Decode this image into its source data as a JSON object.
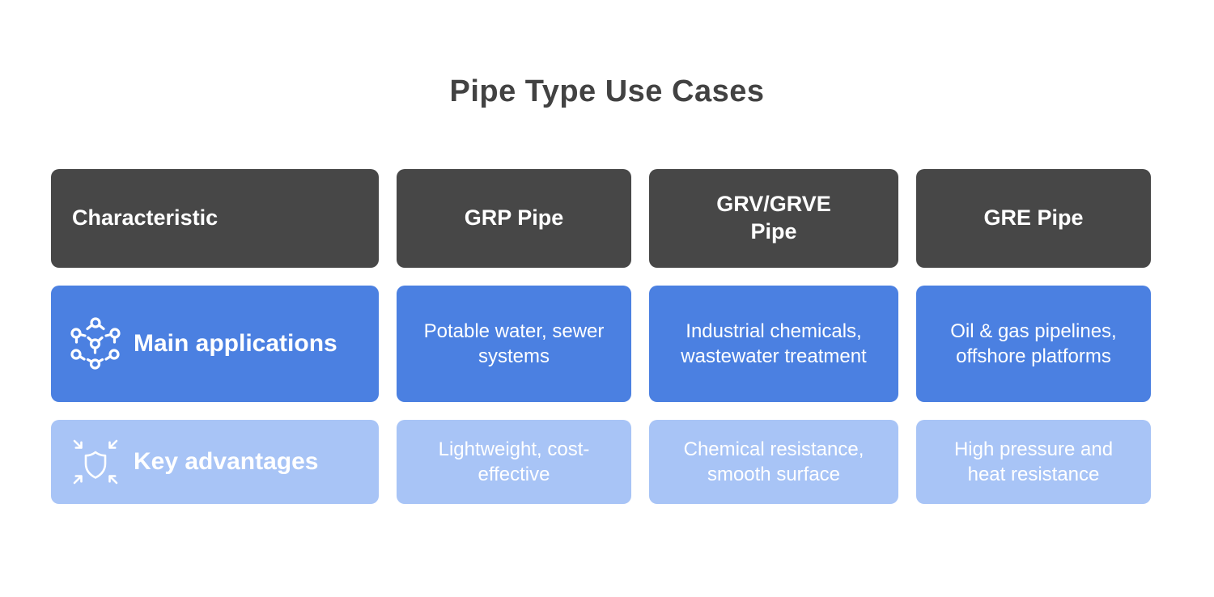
{
  "title": "Pipe Type Use Cases",
  "colors": {
    "header_bg": "#474747",
    "main_row_bg": "#4B80E1",
    "key_row_bg": "#A8C4F6",
    "title_text": "#424242",
    "cell_text": "#FFFFFF",
    "background": "#FFFFFF"
  },
  "table": {
    "header": {
      "characteristic": "Characteristic",
      "grp": "GRP Pipe",
      "grv": "GRV/GRVE Pipe",
      "gre": "GRE Pipe"
    },
    "rows": [
      {
        "label": "Main applications",
        "icon": "network-nodes-icon",
        "cells": [
          "Potable water, sewer systems",
          "Industrial chemicals, wastewater treatment",
          "Oil & gas pipelines, offshore platforms"
        ]
      },
      {
        "label": "Key advantages",
        "icon": "shield-converging-arrows-icon",
        "cells": [
          "Lightweight, cost-effective",
          "Chemical resistance, smooth surface",
          "High pressure and heat resistance"
        ]
      }
    ]
  }
}
